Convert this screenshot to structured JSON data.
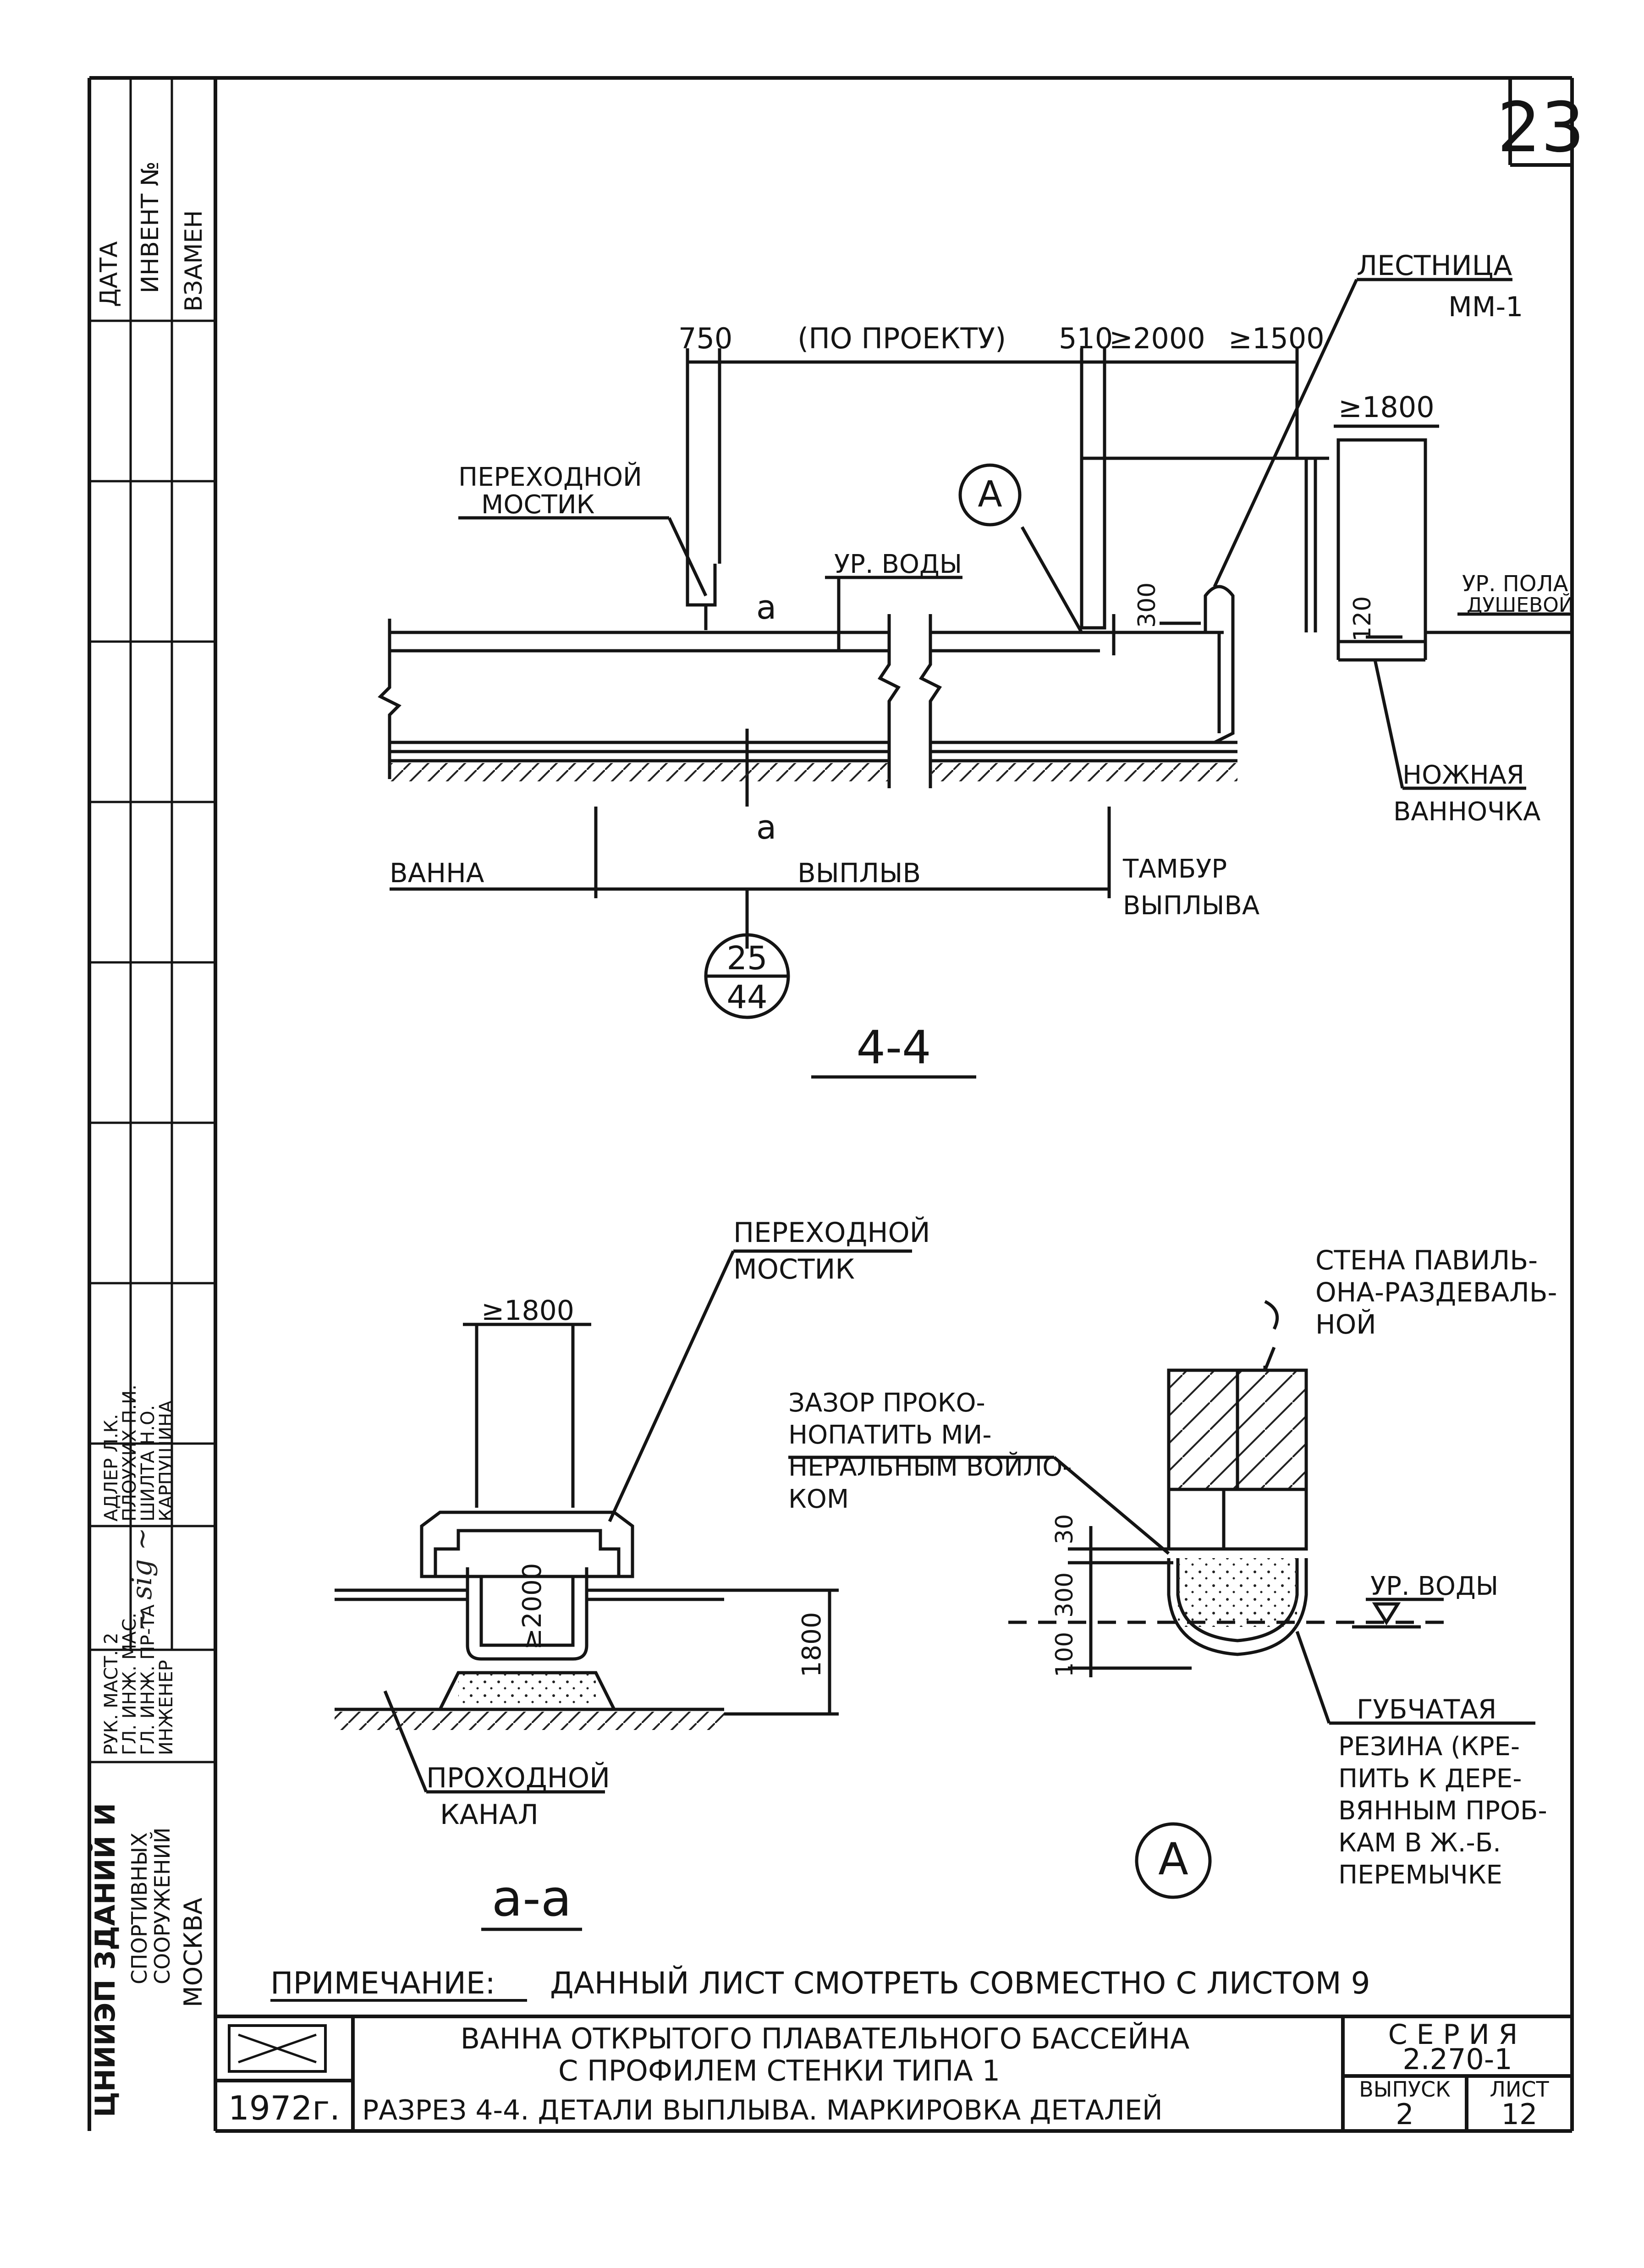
{
  "sheet_number": "23",
  "section_4_4": {
    "title": "4-4",
    "dims": {
      "d750": "750",
      "by_project": "(ПО ПРОЕКТУ)",
      "d510": "510",
      "d2000": "≥2000",
      "d1500": "≥1500",
      "d1800": "≥1800",
      "d300": "300",
      "d120": "120"
    },
    "labels": {
      "ladder": [
        "ЛЕСТНИЦА",
        "ММ-1"
      ],
      "bridge": [
        "ПЕРЕХОДНОЙ",
        "МОСТИК"
      ],
      "callout_a": "А",
      "water_level": "УР. ВОДЫ",
      "cut_a_top": "a",
      "cut_a_bottom": "a",
      "floor_level": [
        "УР. ПОЛА",
        "ДУШЕВОЙ"
      ],
      "foot_bath": [
        "НОЖНАЯ",
        "ВАННОЧКА"
      ],
      "bath": "ВАННА",
      "exit": "ВЫПЛЫВ",
      "exit_vestibule": [
        "ТАМБУР",
        "ВЫПЛЫВА"
      ],
      "ref_top": "25",
      "ref_bottom": "44"
    }
  },
  "section_a_a": {
    "title": "a-a",
    "dims": {
      "w1800": "≥1800",
      "h2000": "≥2000",
      "h1800": "1800"
    },
    "labels": {
      "bridge": [
        "ПЕРЕХОДНОЙ",
        "МОСТИК"
      ],
      "channel": [
        "ПРОХОДНОЙ",
        "КАНАЛ"
      ]
    }
  },
  "detail_a": {
    "callout": "А",
    "dims": {
      "d30": "30",
      "d300": "300",
      "d100": "100"
    },
    "labels": {
      "wall": [
        "СТЕНА ПАВИЛЬ-",
        "ОНА-РАЗДЕВАЛЬ-",
        "НОЙ"
      ],
      "gap": [
        "ЗАЗОР ПРОКО-",
        "НОПАТИТЬ МИ-",
        "НЕРАЛЬНЫМ ВОЙЛО-",
        "КОМ"
      ],
      "water_level": "УР. ВОДЫ",
      "rubber": [
        "ГУБЧАТАЯ",
        "РЕЗИНА (КРЕ-",
        "ПИТЬ К ДЕРЕ-",
        "ВЯННЫМ ПРОБ-",
        "КАМ В Ж.-Б.",
        "ПЕРЕМЫЧКЕ"
      ]
    }
  },
  "note": {
    "label": "ПРИМЕЧАНИЕ:",
    "text": "ДАННЫЙ ЛИСТ СМОТРЕТЬ СОВМЕСТНО С ЛИСТОМ 9"
  },
  "stamp": {
    "title_line1": "ВАННА ОТКРЫТОГО ПЛАВАТЕЛЬНОГО БАССЕЙНА",
    "title_line2": "С ПРОФИЛЕМ СТЕНКИ ТИПА 1",
    "sheet_title": "РАЗРЕЗ 4-4. ДЕТАЛИ ВЫПЛЫВА. МАРКИРОВКА ДЕТАЛЕЙ",
    "year": "1972г.",
    "series_label": "СЕРИЯ",
    "series_value": "2.270-1",
    "issue_label": "ВЫПУСК",
    "issue_value": "2",
    "sheet_label": "ЛИСТ",
    "sheet_value": "12"
  },
  "left_strip": {
    "date_label": "ДАТА",
    "inv_label": "ИНВЕНТ №",
    "replace_label": "ВЗАМЕН",
    "roles": [
      "РУК. МАСТ. 2",
      "ГЛ. ИНЖ. МАС.",
      "ГЛ. ИНЖ. ПР-ТА",
      "ИНЖЕНЕР"
    ],
    "names": [
      "АДЛЕР Л.К.",
      "ПЛОУХИХ П.И.",
      "ШИЛТА Н.О.",
      "КАРПУШИНА"
    ],
    "org_line1": "ЦНИИЭП ЗДАНИЙ И",
    "org_line2": "СПОРТИВНЫХ",
    "org_line3": "СООРУЖЕНИЙ",
    "city": "МОСКВА"
  }
}
